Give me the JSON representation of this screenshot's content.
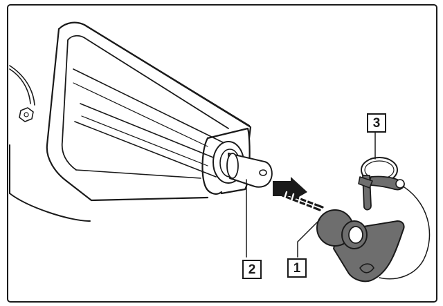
{
  "figure": {
    "description_labels": {
      "callout_1": "1",
      "callout_2": "2",
      "callout_3": "3"
    },
    "colors": {
      "line": "#1a1a1a",
      "part_fill": "#6e6e6e",
      "hitch_fill": "#ffffff"
    },
    "icons": [
      "pin-icon",
      "linch-pin-icon",
      "arrow-icon"
    ]
  }
}
